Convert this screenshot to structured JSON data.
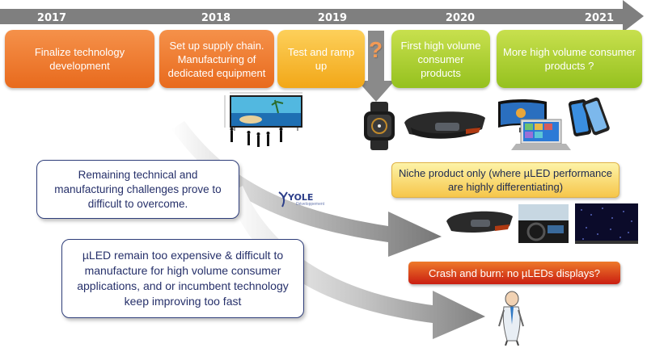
{
  "timeline": {
    "years": [
      "2017",
      "2018",
      "2019",
      "2020",
      "2021"
    ]
  },
  "phases": [
    {
      "label": "Finalize technology development",
      "color": "orange"
    },
    {
      "label": "Set up supply chain. Manufacturing of dedicated equipment",
      "color": "orange"
    },
    {
      "label": "Test and ramp up",
      "color": "yellow"
    },
    {
      "label": "First high volume consumer products",
      "color": "green"
    },
    {
      "label": "More high volume consumer products ?",
      "color": "green"
    }
  ],
  "question_mark": "?",
  "outcomes": {
    "niche": "Niche product only (where µLED performance are highly differentiating)",
    "crash": "Crash and burn: no µLEDs displays?"
  },
  "risks": {
    "technical": "Remaining technical and manufacturing challenges prove to difficult to overcome.",
    "cost": "µLED remain too expensive & difficult to manufacture for high volume consumer applications, and or incumbent technology keep improving too fast"
  },
  "logo": {
    "name": "YOLE",
    "tagline": "Développement"
  },
  "colors": {
    "timeline_arrow": "#7f7f7f",
    "orange": "#ee7a2a",
    "yellow": "#f6b62a",
    "green": "#a8cb2e",
    "callout_border": "#2f3e7a",
    "crash_red": "#d0271a"
  }
}
